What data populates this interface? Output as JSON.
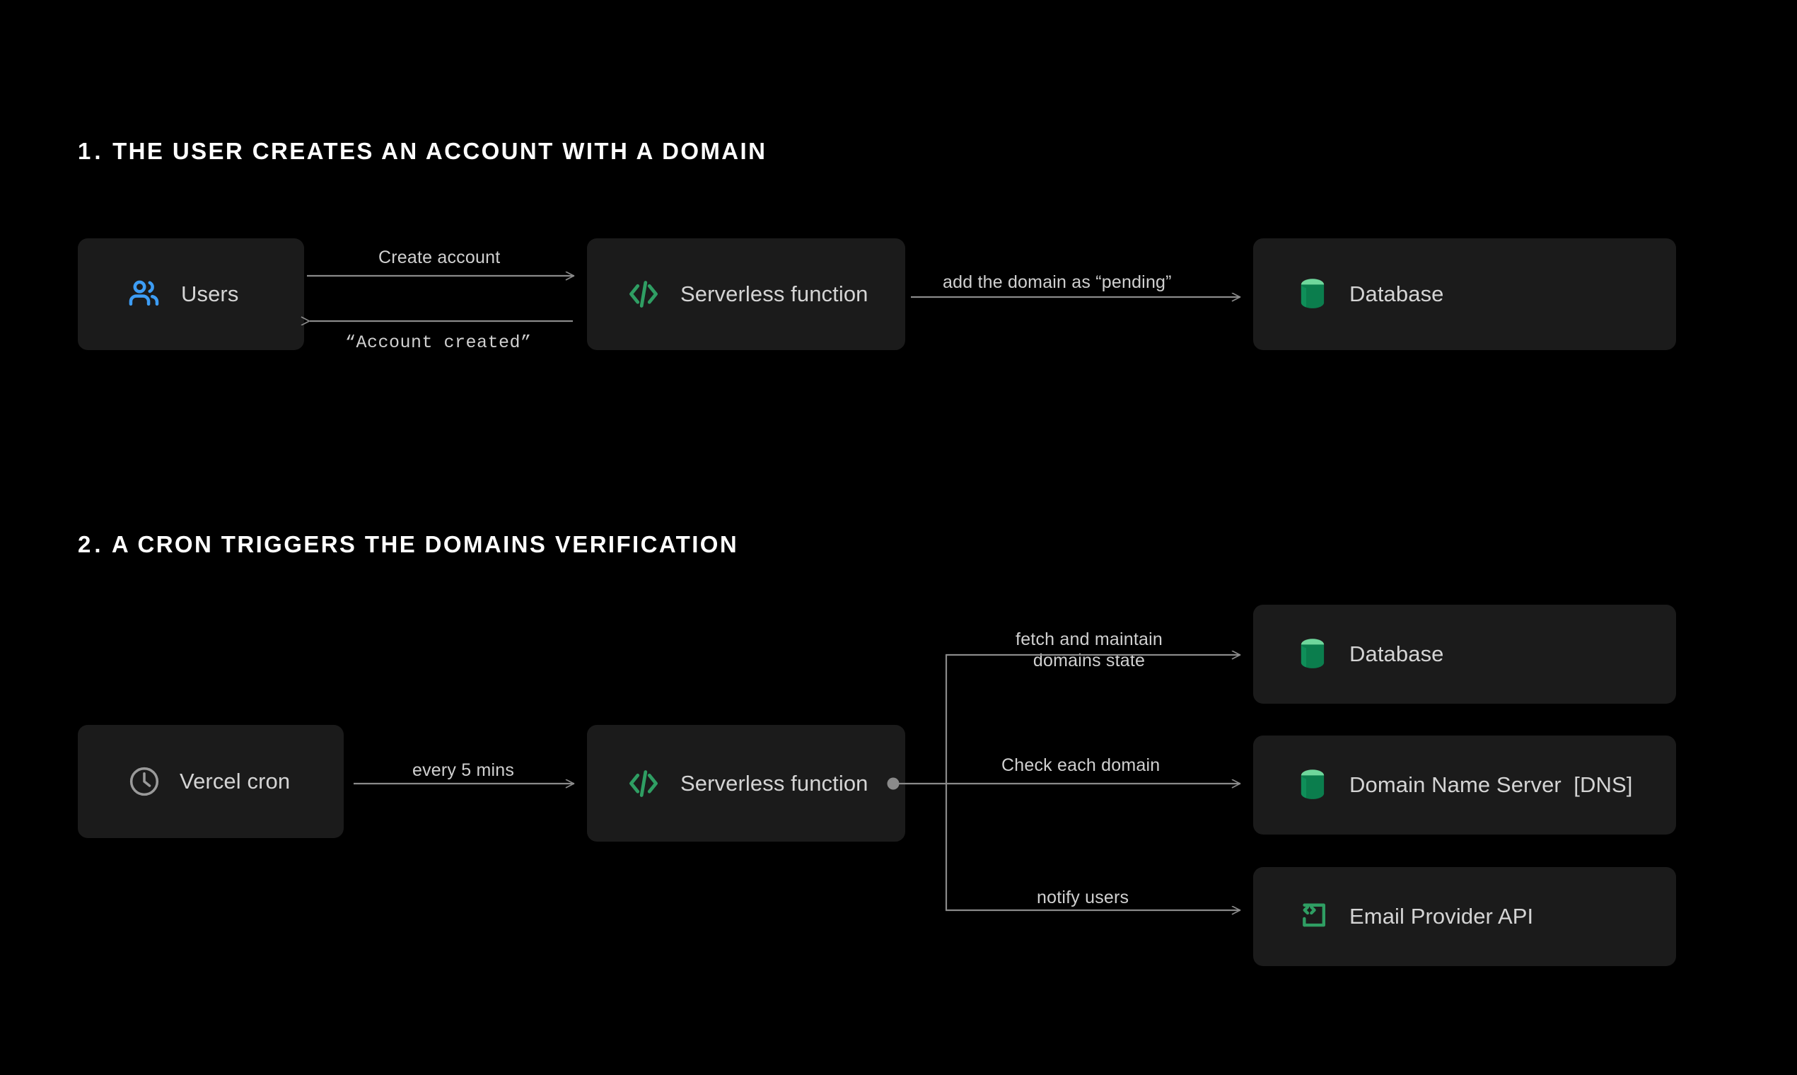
{
  "page": {
    "background": "#000000",
    "card_background": "#1b1b1b",
    "accent_green": "#2f9e63",
    "accent_green_light": "#6fd79c",
    "accent_blue": "#3d9df5",
    "text_primary": "#ffffff",
    "text_secondary": "#d4d4d4",
    "wire_color": "#8a8a8a"
  },
  "sections": [
    {
      "number": "1.",
      "title": "THE USER CREATES AN ACCOUNT WITH A DOMAIN",
      "nodes": [
        {
          "id": "users",
          "label": "Users",
          "icon": "users-icon"
        },
        {
          "id": "serverless-1",
          "label": "Serverless function",
          "icon": "code-brackets-icon"
        },
        {
          "id": "database-1",
          "label": "Database",
          "icon": "database-cylinder-icon"
        }
      ],
      "edges": [
        {
          "id": "create-account",
          "label": "Create account",
          "style": "sans",
          "direction": "right"
        },
        {
          "id": "account-created",
          "label": "“Account created”",
          "style": "mono",
          "direction": "left"
        },
        {
          "id": "add-domain-pending",
          "label": "add the domain as “pending”",
          "style": "sans",
          "direction": "right"
        }
      ]
    },
    {
      "number": "2.",
      "title": "A CRON TRIGGERS THE DOMAINS VERIFICATION",
      "nodes": [
        {
          "id": "vercel-cron",
          "label": "Vercel cron",
          "icon": "clock-icon"
        },
        {
          "id": "serverless-2",
          "label": "Serverless function",
          "icon": "code-brackets-icon"
        },
        {
          "id": "database-2",
          "label": "Database",
          "icon": "database-cylinder-icon"
        },
        {
          "id": "dns",
          "label": "Domain Name Server  [DNS]",
          "icon": "database-cylinder-icon"
        },
        {
          "id": "email-api",
          "label": "Email Provider API",
          "icon": "code-box-icon"
        }
      ],
      "edges": [
        {
          "id": "every-5-mins",
          "label": "every 5 mins",
          "style": "sans",
          "direction": "right"
        },
        {
          "id": "fetch-maintain",
          "label_line1": "fetch and maintain",
          "label_line2": "domains state",
          "style": "sans",
          "direction": "right"
        },
        {
          "id": "check-each-domain",
          "label": "Check each domain",
          "style": "sans",
          "direction": "right"
        },
        {
          "id": "notify-users",
          "label": "notify users",
          "style": "sans",
          "direction": "right"
        }
      ]
    }
  ]
}
